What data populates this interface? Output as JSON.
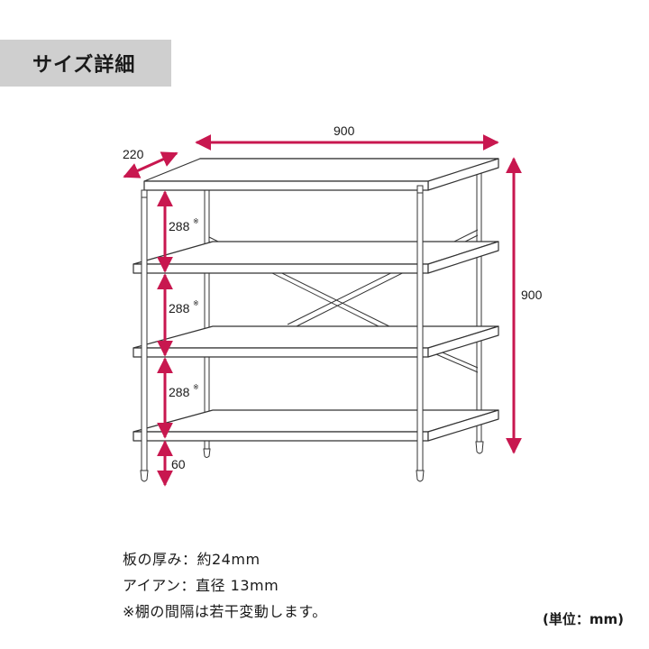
{
  "header": {
    "title": "サイズ詳細"
  },
  "dimensions": {
    "depth": "220",
    "width": "900",
    "height": "900",
    "gap_1": "288",
    "gap_2": "288",
    "gap_3": "288",
    "foot": "60",
    "asterisk": "※"
  },
  "notes": [
    "板の厚み：約24mm",
    "アイアン：直径 13mm",
    "※棚の間隔は若干変動します。"
  ],
  "unit_label": "(単位：mm)",
  "colors": {
    "dimension_arrow": "#c8174f",
    "header_bg": "#cfcfcf",
    "frame_line": "#333333"
  }
}
